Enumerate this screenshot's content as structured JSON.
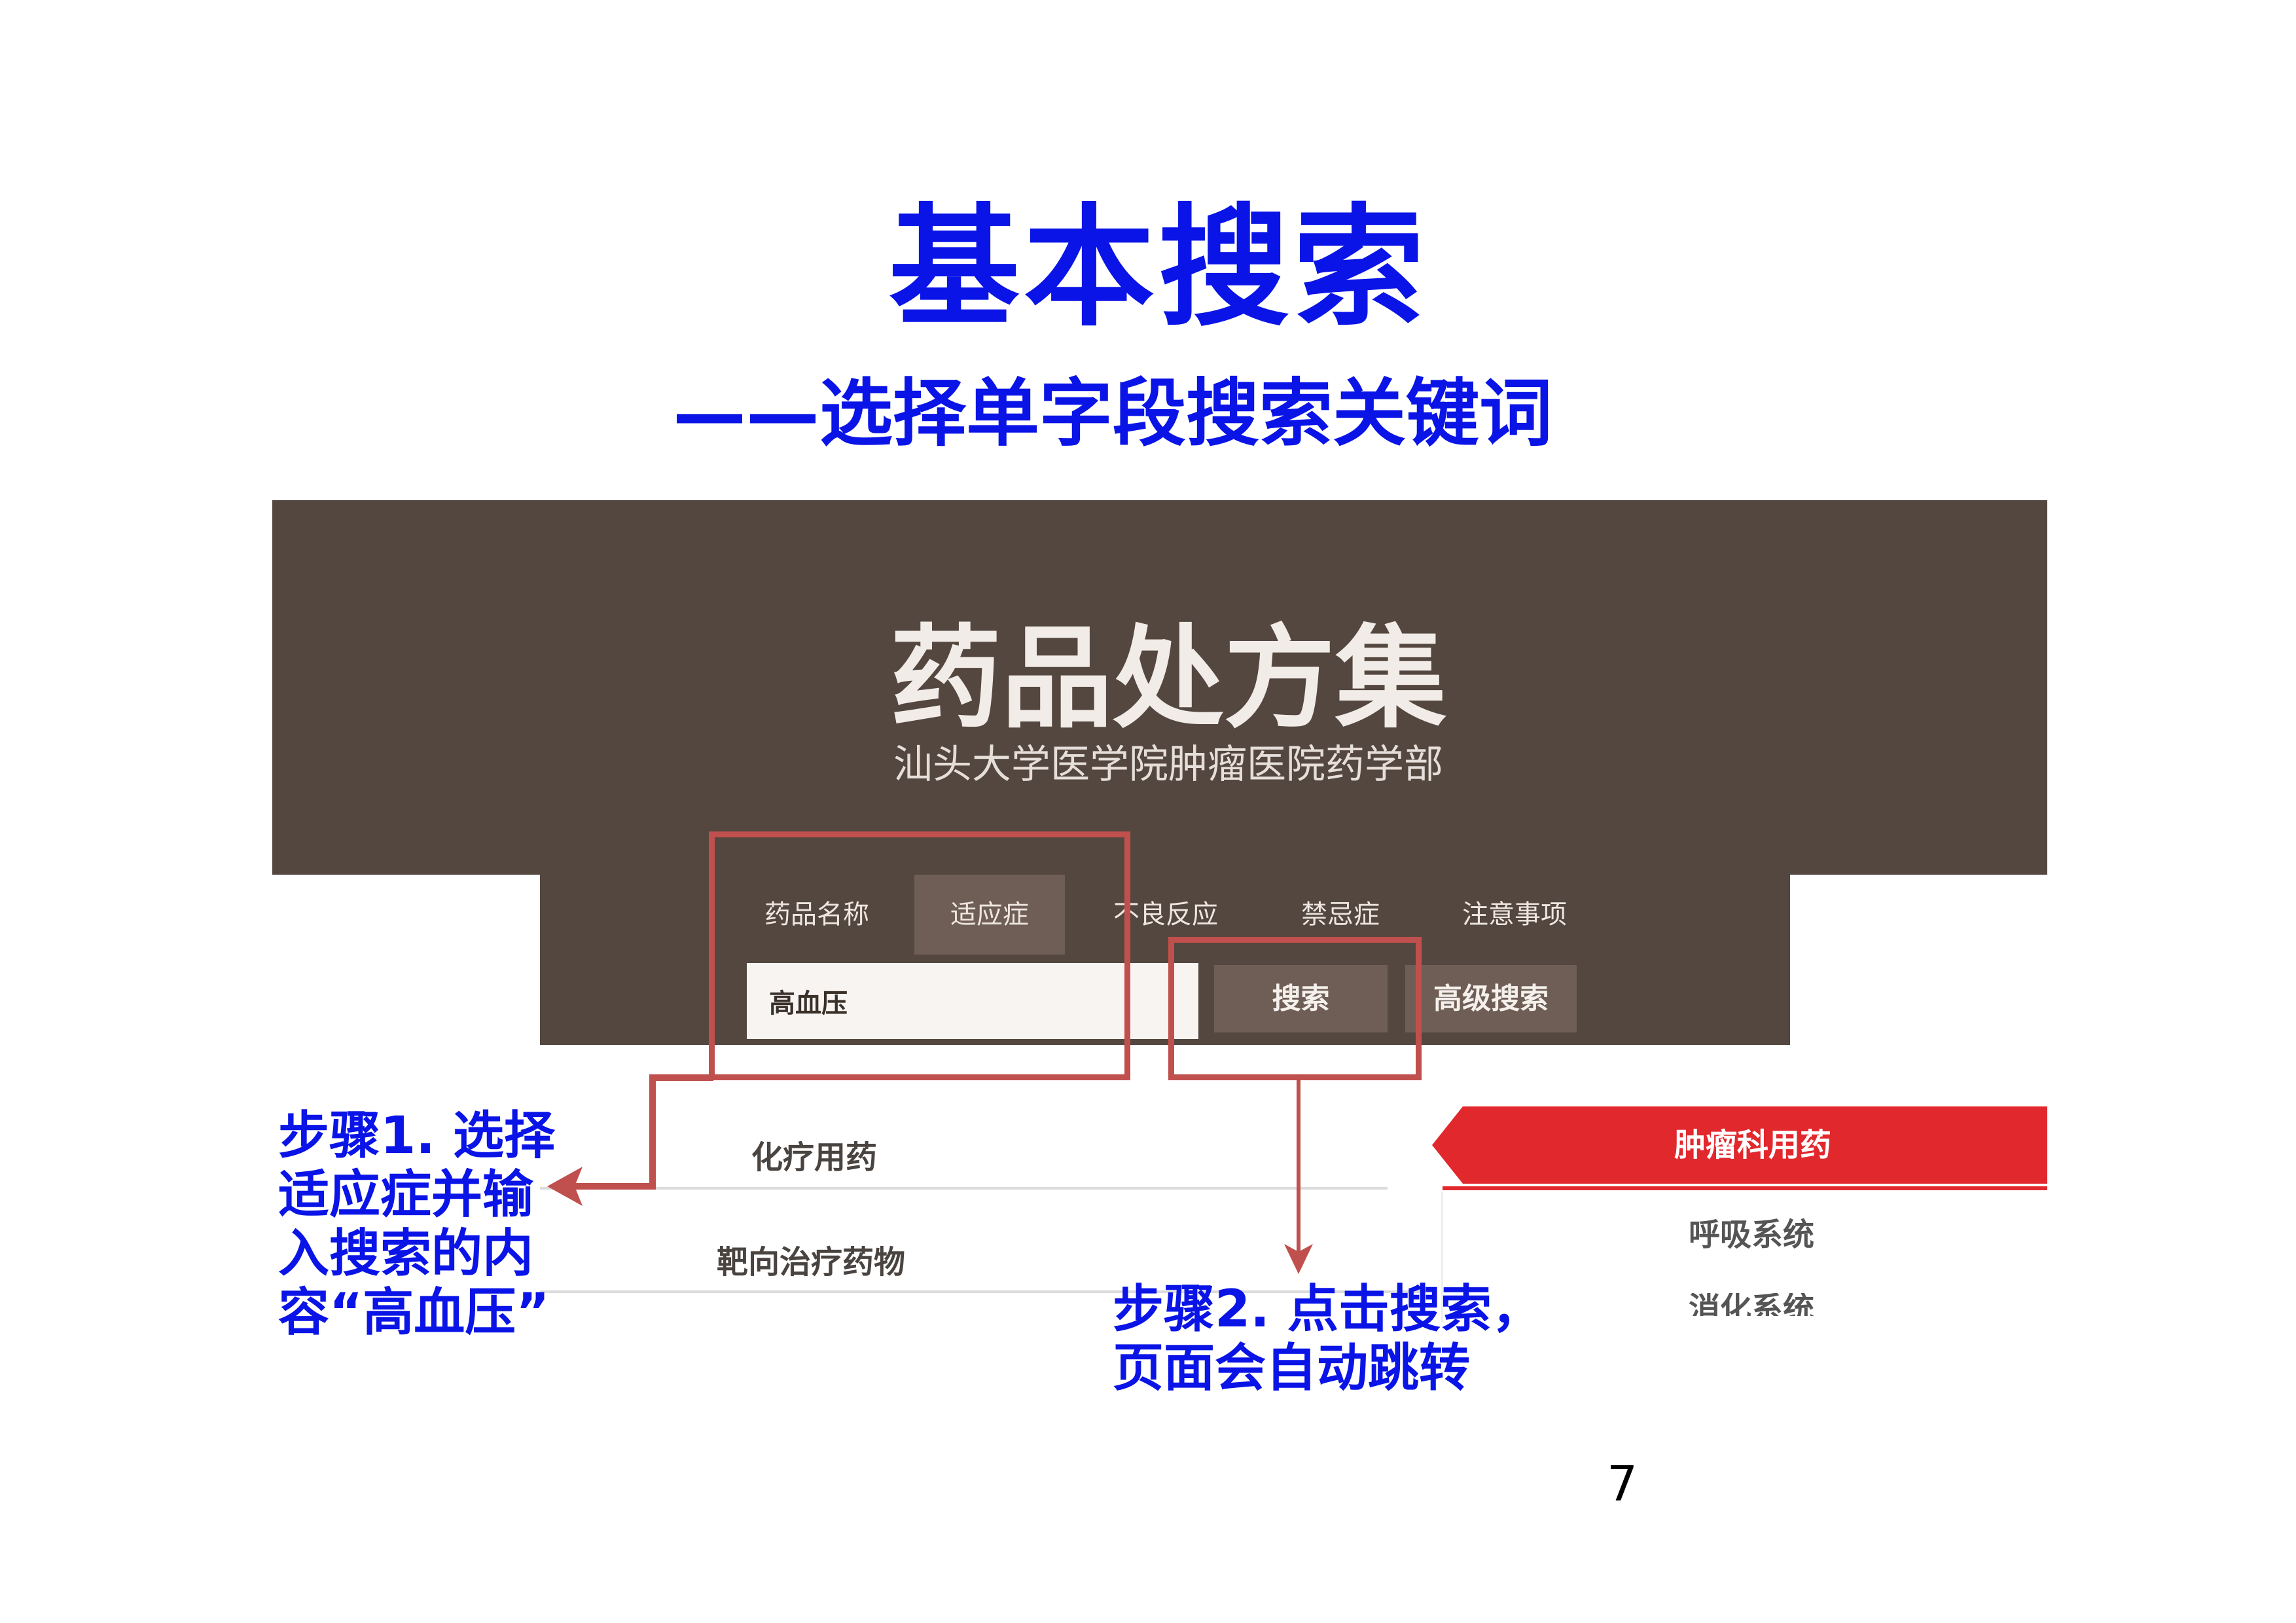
{
  "slide": {
    "title": "基本搜索",
    "subtitle": "——选择单字段搜索关键词",
    "page_number": "7"
  },
  "app": {
    "title": "药品处方集",
    "subtitle": "汕头大学医学院肿瘤医院药学部",
    "tabs": [
      {
        "label": "药品名称"
      },
      {
        "label": "适应症",
        "active": true
      },
      {
        "label": "不良反应"
      },
      {
        "label": "禁忌症"
      },
      {
        "label": "注意事项"
      }
    ],
    "search": {
      "value": "高血压",
      "search_label": "搜索",
      "advanced_label": "高级搜索"
    },
    "categories": [
      {
        "label": "化疗用药"
      },
      {
        "label": "靶向治疗药物"
      }
    ],
    "side_nav": [
      {
        "label": "肿瘤科用药",
        "active": true
      },
      {
        "label": "呼吸系统"
      },
      {
        "label": "消化系统"
      }
    ]
  },
  "annotations": {
    "step1": "步骤1. 选择\n适应症并输\n入搜索的内\n容“高血压”",
    "step2": "步骤2. 点击搜索，\n页面会自动跳转"
  },
  "colors": {
    "heading": "#0a14e6",
    "banner": "#54473f",
    "highlight": "#c0504d",
    "ribbon": "#e1282d"
  }
}
